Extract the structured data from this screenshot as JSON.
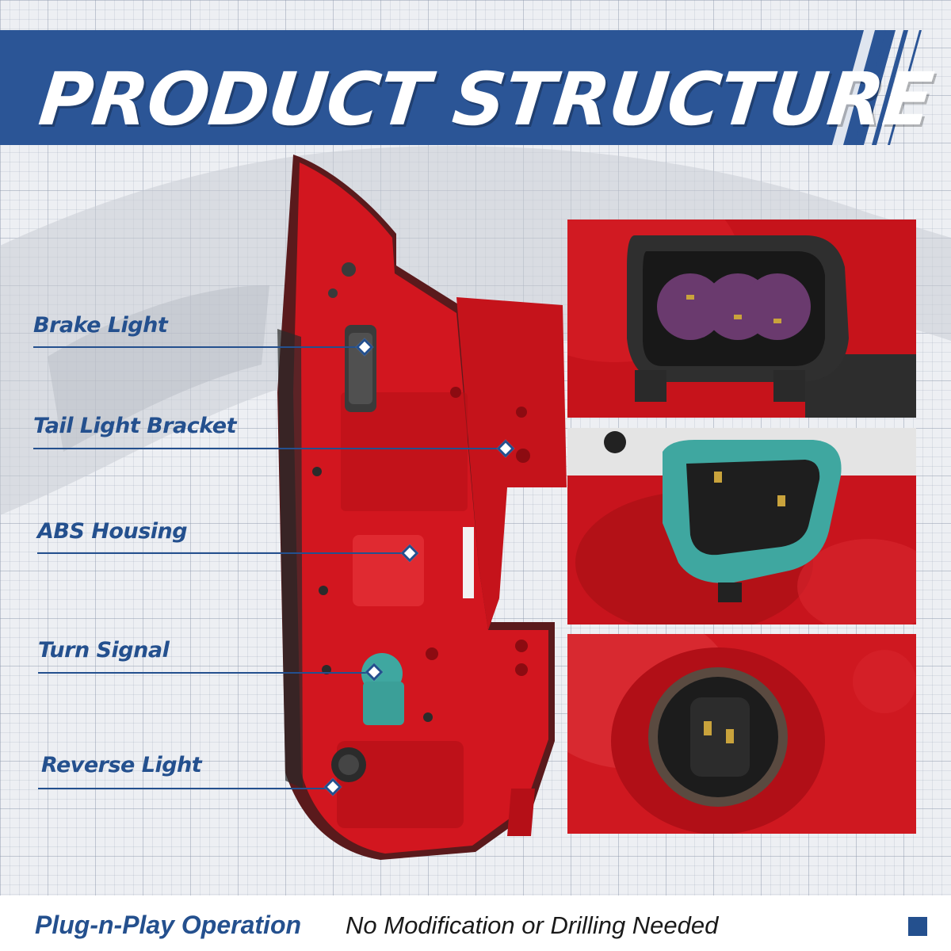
{
  "title": "PRODUCT STRUCTURE",
  "callouts": [
    {
      "label": "Brake Light"
    },
    {
      "label": "Tail Light Bracket"
    },
    {
      "label": "ABS Housing"
    },
    {
      "label": "Turn Signal"
    },
    {
      "label": "Reverse Light"
    }
  ],
  "footer": {
    "highlight": "Plug-n-Play Operation",
    "text": "No Modification or Drilling Needed"
  },
  "colors": {
    "brand_blue": "#24508e",
    "banner_blue": "#2b5596",
    "housing_red": "#c8141d",
    "socket_teal": "#3fa7a0"
  },
  "icons": {
    "callout_marker": "diamond-marker-icon",
    "footer_square": "square-icon"
  }
}
